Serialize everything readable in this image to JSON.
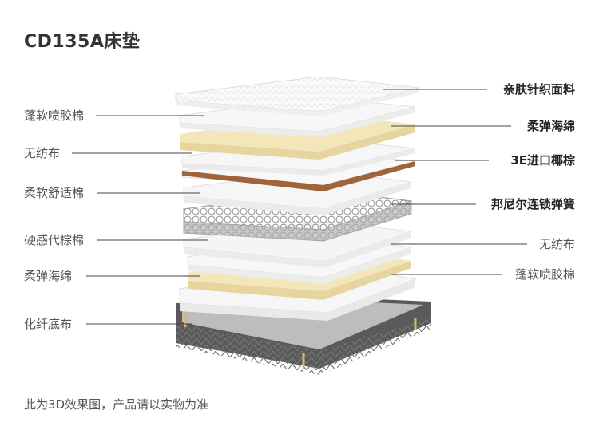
{
  "title": "CD135A床垫",
  "left_labels": [
    "蓬软喷胶棉",
    "无纺布",
    "柔软舒适棉",
    "硬感代棕棉",
    "柔弹海绵",
    "化纤底布"
  ],
  "right_labels": [
    "亲肤针织面料",
    "柔弹海绵",
    "3E进口椰棕",
    "邦尼尔连锁弹簧",
    "无纺布",
    "蓬软喷胶棉"
  ],
  "footer": "此为3D效果图，产品请以实物为准",
  "colors": {
    "white_layer": "#f4f4f4",
    "foam_layer": "#f3e6b8",
    "coir_layer": "#a0643a",
    "spring_layer": "#9a9a9a",
    "base_fabric": "#555555",
    "leader_line": "#444444"
  }
}
